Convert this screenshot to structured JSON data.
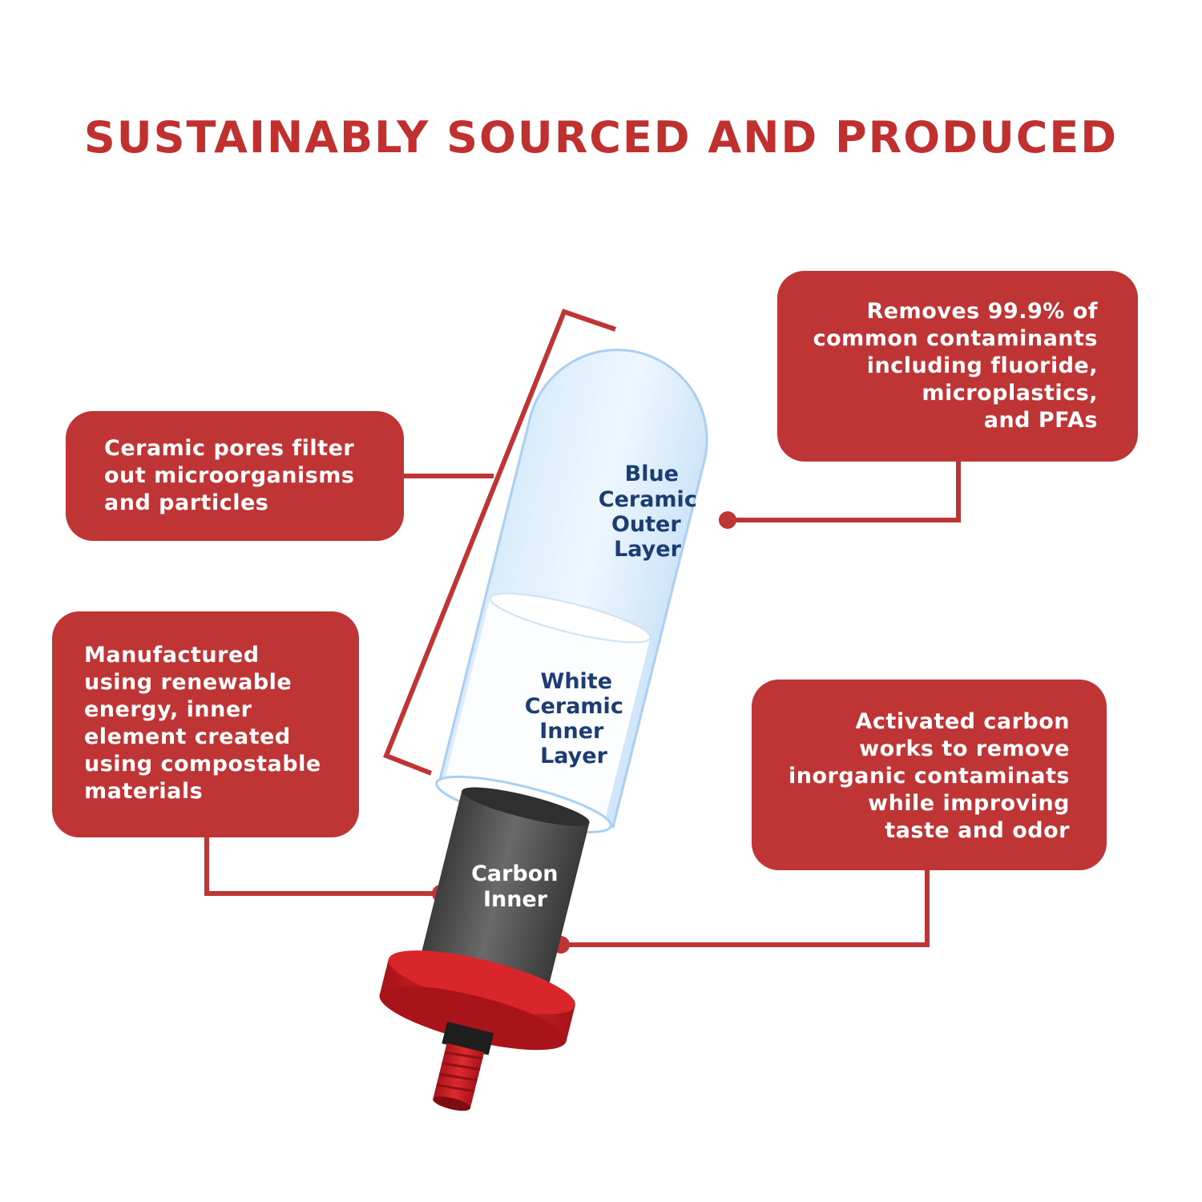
{
  "title": "SUSTAINABLY SOURCED AND PRODUCED",
  "colors": {
    "accent_red": "#bf3535",
    "label_navy": "#1c3d72",
    "carbon_gray": "#4a4a4a",
    "cap_red": "#c41a1e"
  },
  "callouts": {
    "ceramic_pores": [
      "Ceramic pores filter",
      "out microorganisms",
      "and particles"
    ],
    "removes": [
      "Removes 99.9% of",
      "common contaminants",
      "including fluoride,",
      "microplastics,",
      "and PFAs"
    ],
    "manufactured": [
      "Manufactured",
      "using renewable",
      "energy, inner",
      "element created",
      "using compostable",
      "materials"
    ],
    "activated_carbon": [
      "Activated carbon",
      "works to remove",
      "inorganic contaminats",
      "while improving",
      "taste and odor"
    ]
  },
  "layers": {
    "blue": [
      "Blue",
      "Ceramic",
      "Outer",
      "Layer"
    ],
    "white": [
      "White",
      "Ceramic",
      "Inner",
      "Layer"
    ],
    "carbon": [
      "Carbon",
      "Inner"
    ]
  }
}
